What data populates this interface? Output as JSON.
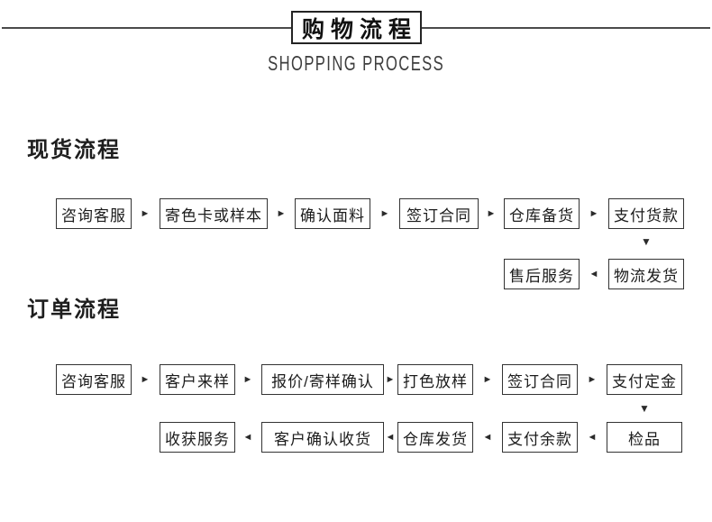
{
  "header": {
    "title": "购物流程",
    "subtitle": "SHOPPING PROCESS"
  },
  "colors": {
    "ink": "#1c1c1c",
    "line": "#4a4a4a",
    "background": "#ffffff"
  },
  "icons": {
    "arrow_right": "►",
    "arrow_left": "◄",
    "arrow_down": "▼"
  },
  "sections": [
    {
      "heading": "现货流程",
      "row1": [
        "咨询客服",
        "寄色卡或样本",
        "确认面料",
        "签订合同",
        "仓库备货",
        "支付货款"
      ],
      "row2": [
        "售后服务",
        "物流发货"
      ]
    },
    {
      "heading": "订单流程",
      "row1": [
        "咨询客服",
        "客户来样",
        "报价/寄样确认",
        "打色放样",
        "签订合同",
        "支付定金"
      ],
      "row2": [
        "收获服务",
        "客户确认收货",
        "仓库发货",
        "支付余款",
        "检品"
      ]
    }
  ]
}
